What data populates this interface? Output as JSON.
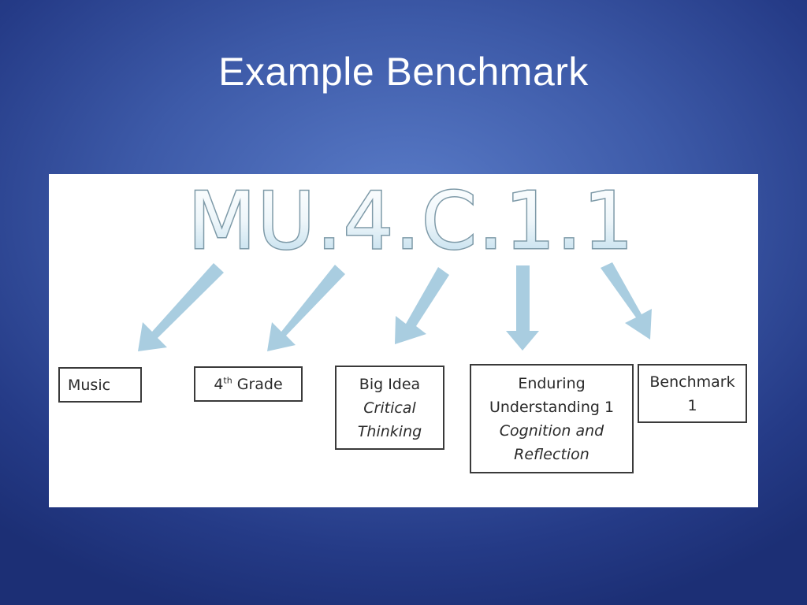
{
  "slide": {
    "title": "Example Benchmark",
    "code": "MU.4.C.1.1",
    "colors": {
      "background": "#3d5aa8",
      "arrow": "#a9cde0",
      "code_outline": "#7e9aa8",
      "box_border": "#3a3a3a"
    }
  },
  "boxes": {
    "music": {
      "label": "Music"
    },
    "grade": {
      "number": "4",
      "suffix": "th",
      "label": "Grade"
    },
    "big_idea": {
      "line1": "Big Idea",
      "line2": "Critical",
      "line3": "Thinking"
    },
    "enduring": {
      "line1": "Enduring",
      "line2": "Understanding 1",
      "line3": "Cognition and",
      "line4": "Reflection"
    },
    "benchmark": {
      "line1": "Benchmark",
      "line2": "1"
    }
  }
}
